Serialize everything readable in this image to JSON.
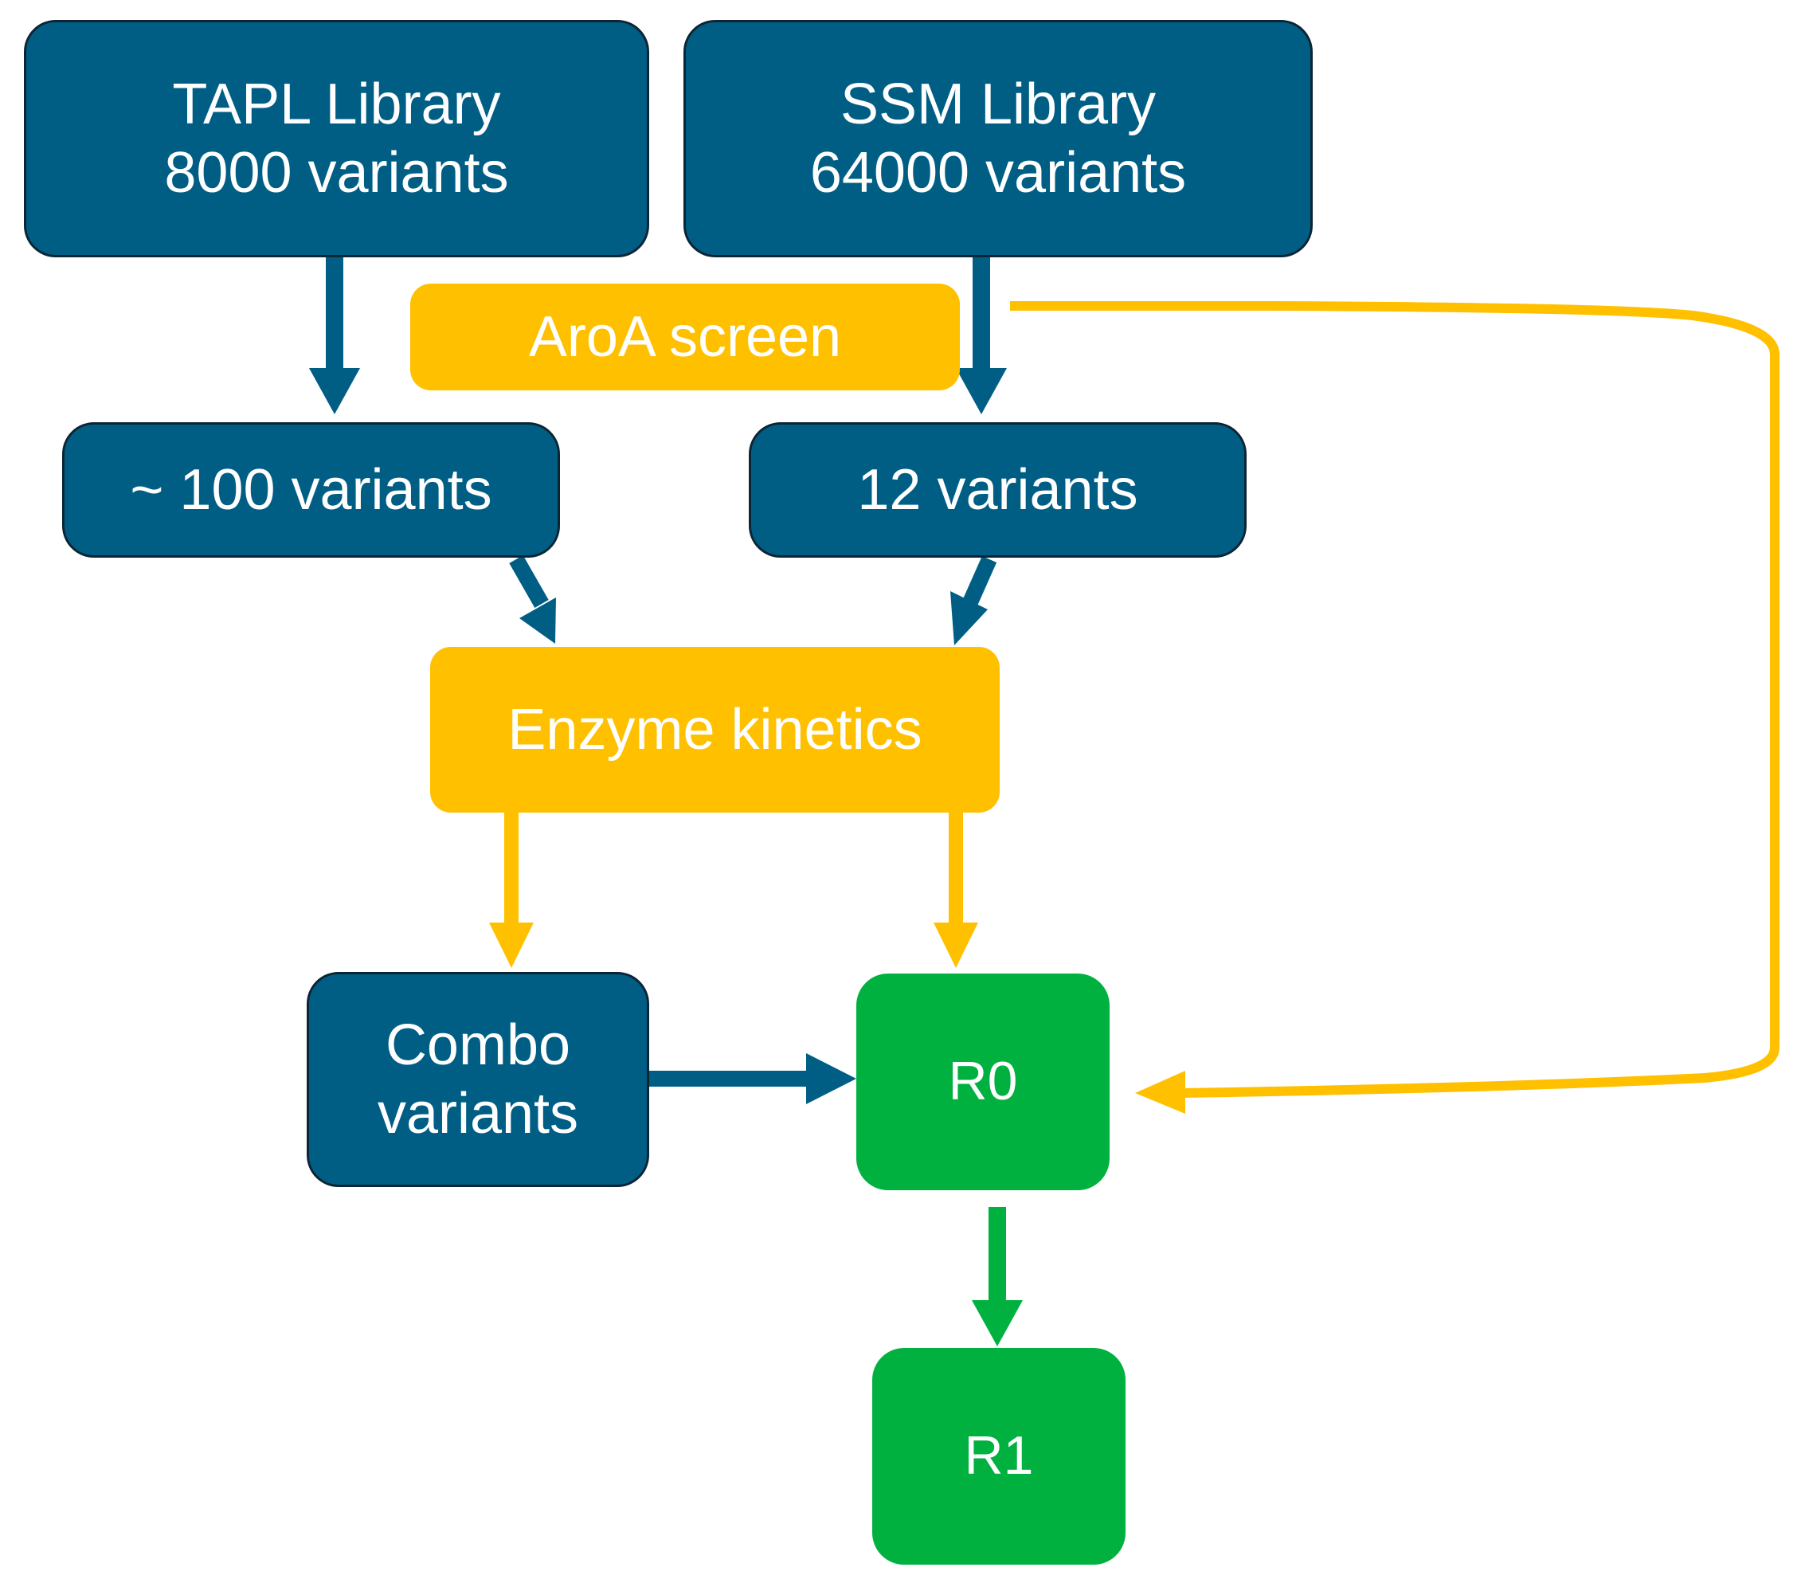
{
  "diagram": {
    "colors": {
      "blue": "#005e85",
      "blue_border": "#0b2535",
      "yellow": "#ffc000",
      "green": "#00b140",
      "text": "#ffffff"
    },
    "nodes": {
      "tapl": {
        "line1": "TAPL Library",
        "line2": "8000 variants"
      },
      "ssm": {
        "line1": "SSM Library",
        "line2": "64000 variants"
      },
      "aroa": {
        "label": "AroA screen"
      },
      "tapl_hits": {
        "label": "~ 100 variants"
      },
      "ssm_hits": {
        "label": "12 variants"
      },
      "kinetics": {
        "label": "Enzyme kinetics"
      },
      "combo": {
        "line1": "Combo",
        "line2": "variants"
      },
      "r0": {
        "label": "R0"
      },
      "r1": {
        "label": "R1"
      }
    },
    "edges": [
      {
        "from": "tapl",
        "to": "tapl_hits",
        "color": "blue"
      },
      {
        "from": "ssm",
        "to": "ssm_hits",
        "color": "blue"
      },
      {
        "from": "aroa",
        "to": "r0",
        "color": "yellow"
      },
      {
        "from": "tapl_hits",
        "to": "kinetics",
        "color": "blue"
      },
      {
        "from": "ssm_hits",
        "to": "kinetics",
        "color": "blue"
      },
      {
        "from": "kinetics",
        "to": "combo",
        "color": "yellow"
      },
      {
        "from": "kinetics",
        "to": "r0",
        "color": "yellow"
      },
      {
        "from": "combo",
        "to": "r0",
        "color": "blue"
      },
      {
        "from": "r0",
        "to": "r1",
        "color": "green"
      }
    ]
  }
}
